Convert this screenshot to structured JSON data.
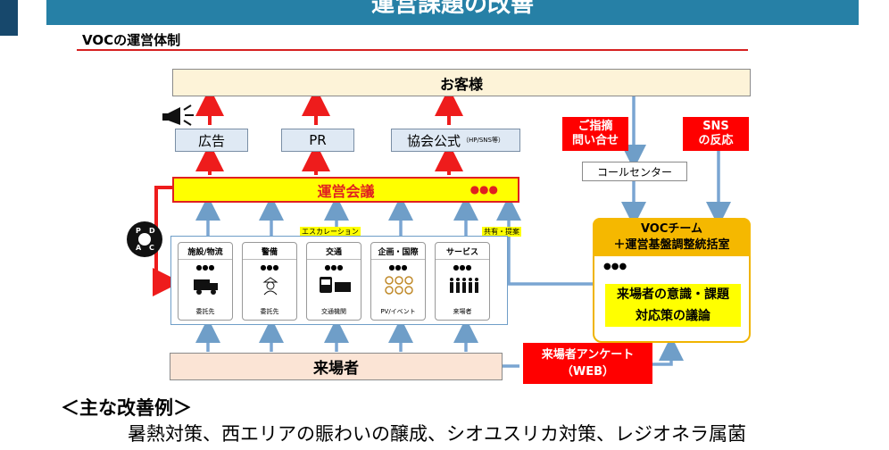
{
  "header": {
    "title": "運営課題の改善",
    "subtitle": "VOCの運営体制"
  },
  "diagram": {
    "customers": "お客様",
    "outputs": [
      {
        "label": "広告",
        "sub": ""
      },
      {
        "label": "PR",
        "sub": ""
      },
      {
        "label": "協会公式",
        "sub": "（HP/SNS等）"
      }
    ],
    "meeting": "運営会議",
    "escalation": "エスカレーション",
    "share": "共有・提案",
    "pdca": [
      "P",
      "D",
      "C",
      "A"
    ],
    "departments": [
      {
        "name": "施設/物流",
        "sub": "委託先",
        "icon": "truck-icon"
      },
      {
        "name": "警備",
        "sub": "委託先",
        "icon": "guard-icon"
      },
      {
        "name": "交通",
        "sub": "交通機関",
        "icon": "bus-icon"
      },
      {
        "name": "企画・国際",
        "sub": "PV/イベント",
        "icon": "circles-icon"
      },
      {
        "name": "サービス",
        "sub": "来場者",
        "icon": "crowd-icon"
      }
    ],
    "inquiry": [
      "ご指摘",
      "問い合せ"
    ],
    "sns": [
      "SNS",
      "の反応"
    ],
    "call_center": "コールセンター",
    "voc_team": [
      "VOCチーム",
      "＋運営基盤調整統括室"
    ],
    "voc_discussion": [
      "来場者の意識・課題",
      "対応策の議論"
    ],
    "visitors": "来場者",
    "survey": [
      "来場者アンケート",
      "（WEB）"
    ]
  },
  "examples": {
    "heading": "＜主な改善例＞",
    "text": "暑熱対策、西エリアの賑わいの醸成、シオユスリカ対策、レジオネラ属菌"
  },
  "colors": {
    "title_bar": "#2680a6",
    "accent_red": "#e02020",
    "line_blue": "#7aa5d2",
    "voc_gold": "#f5b800"
  }
}
